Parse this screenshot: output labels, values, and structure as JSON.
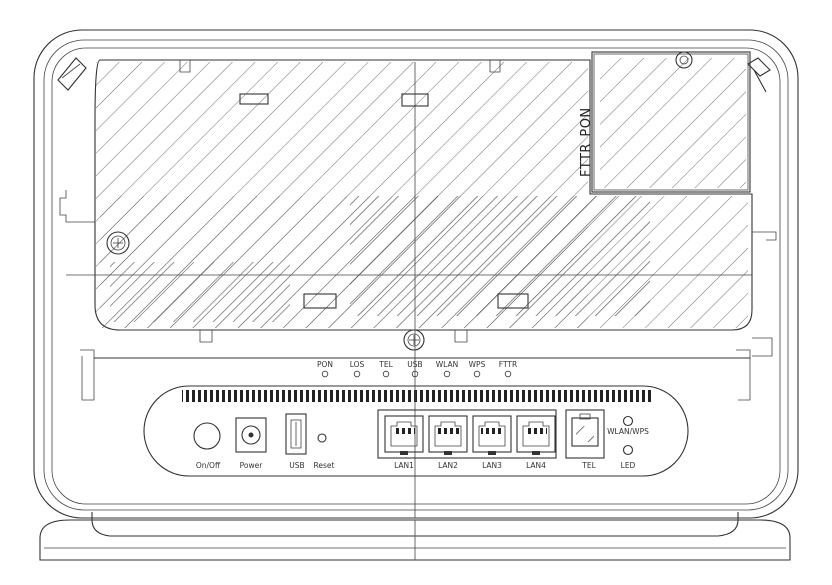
{
  "panel_labels": {
    "pon": "PON",
    "fttr": "FTTR"
  },
  "indicators": [
    {
      "label": "PON"
    },
    {
      "label": "LOS"
    },
    {
      "label": "TEL"
    },
    {
      "label": "USB"
    },
    {
      "label": "WLAN"
    },
    {
      "label": "WPS"
    },
    {
      "label": "FTTR"
    }
  ],
  "ports": {
    "onoff": "On/Off",
    "power": "Power",
    "usb": "USB",
    "reset": "Reset",
    "lan": [
      "LAN1",
      "LAN2",
      "LAN3",
      "LAN4"
    ],
    "tel": "TEL"
  },
  "buttons": {
    "wlan_wps": "WLAN/WPS",
    "led": "LED"
  }
}
